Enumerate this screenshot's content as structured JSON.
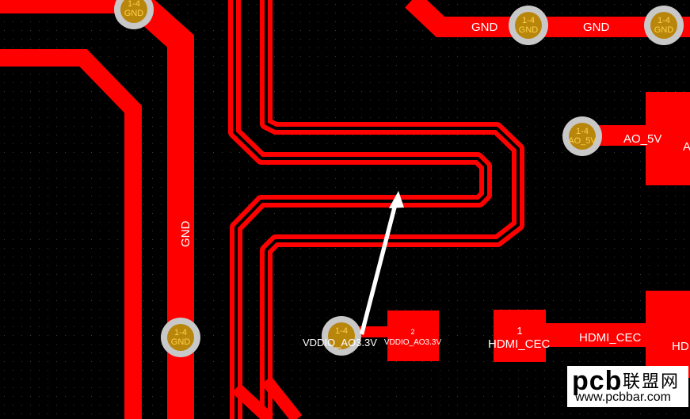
{
  "board": {
    "background": "#000000",
    "copper_color": "#ff0000",
    "via_ring_color": "#c8c8c8",
    "via_hole_color": "#b8860b"
  },
  "nets": {
    "gnd_top_1": "GND",
    "gnd_top_2": "GND",
    "gnd_vertical": "GND",
    "ao_5v": "AO_5V",
    "hdmi_cec_left": "HDMI_CEC",
    "hdmi_cec_right": "HDMI_CEC",
    "vddio": "VDDIO_AO3.3V",
    "ao_partial": "A",
    "hd_partial": "HD"
  },
  "vias": [
    {
      "layers": "1-4",
      "net": "GND"
    },
    {
      "layers": "1-4",
      "net": "GND"
    },
    {
      "layers": "1-4",
      "net": "GND"
    },
    {
      "layers": "1-4",
      "net": "AO_5V"
    },
    {
      "layers": "1-4",
      "net": "GND"
    },
    {
      "layers": "1-4",
      "net": "VDDIO_AO3.3V"
    }
  ],
  "pads": {
    "pad2": {
      "number": "2",
      "net": "VDDIO_AO3.3V"
    },
    "pad1": {
      "number": "1"
    }
  },
  "watermark": {
    "brand": "pcb",
    "cn": "联盟网",
    "url": "www.pcbbar.com"
  }
}
